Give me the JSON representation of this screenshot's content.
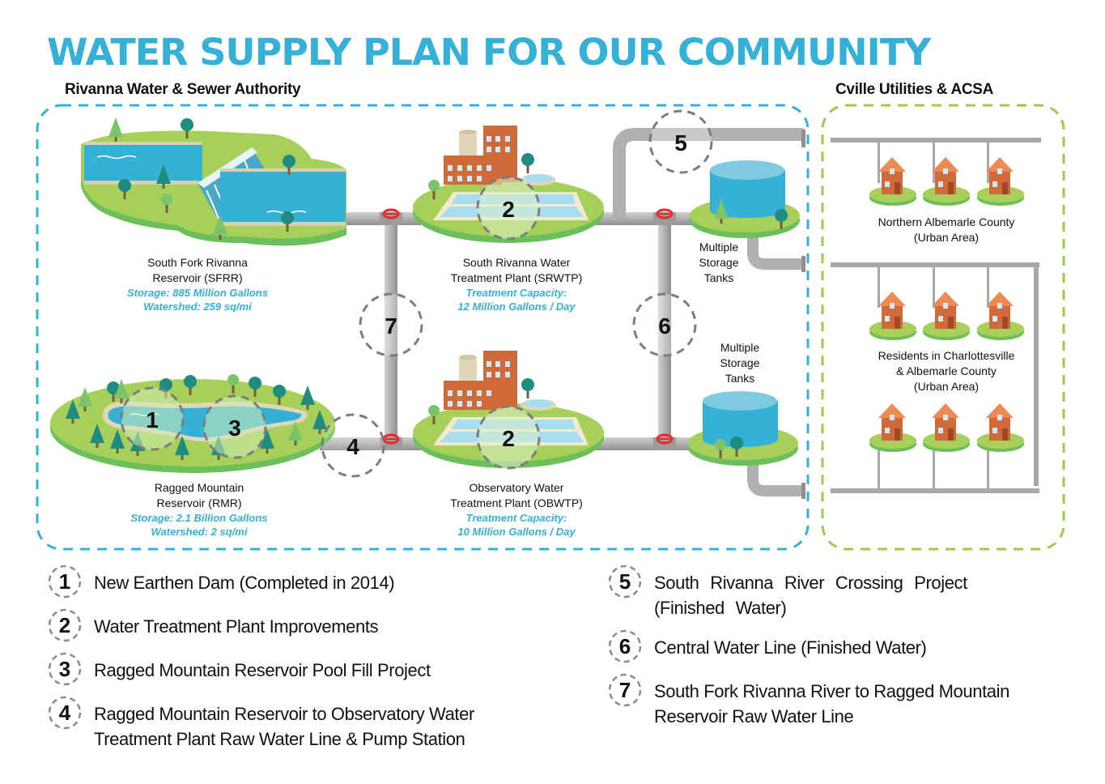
{
  "title": "WATER SUPPLY PLAN FOR OUR COMMUNITY",
  "sections": {
    "rwsa": "Rivanna Water & Sewer Authority",
    "cville": "Cville Utilities & ACSA"
  },
  "colors": {
    "title_blue": "#35b1d8",
    "rwsa_border": "#35b1d8",
    "cville_border": "#9bcb4a",
    "pipe_gray": "#a8a8a8",
    "grass": "#a6d05a",
    "water": "#35b1d8",
    "building": "#d06a3a",
    "valve_red": "#e52b2b"
  },
  "facilities": {
    "sfrr": {
      "name_line1": "South Fork Rivanna",
      "name_line2": "Reservoir (SFRR)",
      "stat1": "Storage: 885 Million Gallons",
      "stat2": "Watershed: 259 sq/mi"
    },
    "srwtp": {
      "name_line1": "South Rivanna Water",
      "name_line2": "Treatment Plant (SRWTP)",
      "stat1": "Treatment Capacity:",
      "stat2": "12 Million Gallons / Day"
    },
    "rmr": {
      "name_line1": "Ragged Mountain",
      "name_line2": "Reservoir (RMR)",
      "stat1": "Storage: 2.1 Billion Gallons",
      "stat2": "Watershed: 2 sq/mi"
    },
    "obwtp": {
      "name_line1": "Observatory Water",
      "name_line2": "Treatment Plant (OBWTP)",
      "stat1": "Treatment Capacity:",
      "stat2": "10 Million Gallons / Day"
    },
    "tanks_upper": {
      "line1": "Multiple",
      "line2": "Storage",
      "line3": "Tanks"
    },
    "tanks_lower": {
      "line1": "Multiple",
      "line2": "Storage",
      "line3": "Tanks"
    }
  },
  "service_areas": {
    "north": {
      "line1": "Northern Albemarle County",
      "line2": "(Urban Area)"
    },
    "central": {
      "line1": "Residents in Charlottesville",
      "line2": "& Albemarle County",
      "line3": "(Urban Area)"
    }
  },
  "markers": {
    "m1": "1",
    "m2a": "2",
    "m2b": "2",
    "m3": "3",
    "m4": "4",
    "m5": "5",
    "m6": "6",
    "m7": "7"
  },
  "legend": [
    {
      "num": "1",
      "text": "New Earthen Dam (Completed in 2014)"
    },
    {
      "num": "2",
      "text": "Water Treatment Plant Improvements"
    },
    {
      "num": "3",
      "text": "Ragged Mountain Reservoir Pool Fill Project"
    },
    {
      "num": "4",
      "text": "Ragged Mountain Reservoir to Observatory Water Treatment Plant Raw Water Line & Pump Station"
    },
    {
      "num": "5",
      "text": "South Rivanna River Crossing Project (Finished Water)"
    },
    {
      "num": "6",
      "text": "Central Water Line (Finished Water)"
    },
    {
      "num": "7",
      "text": "South Fork Rivanna River to Ragged Mountain Reservoir Raw Water Line"
    }
  ]
}
